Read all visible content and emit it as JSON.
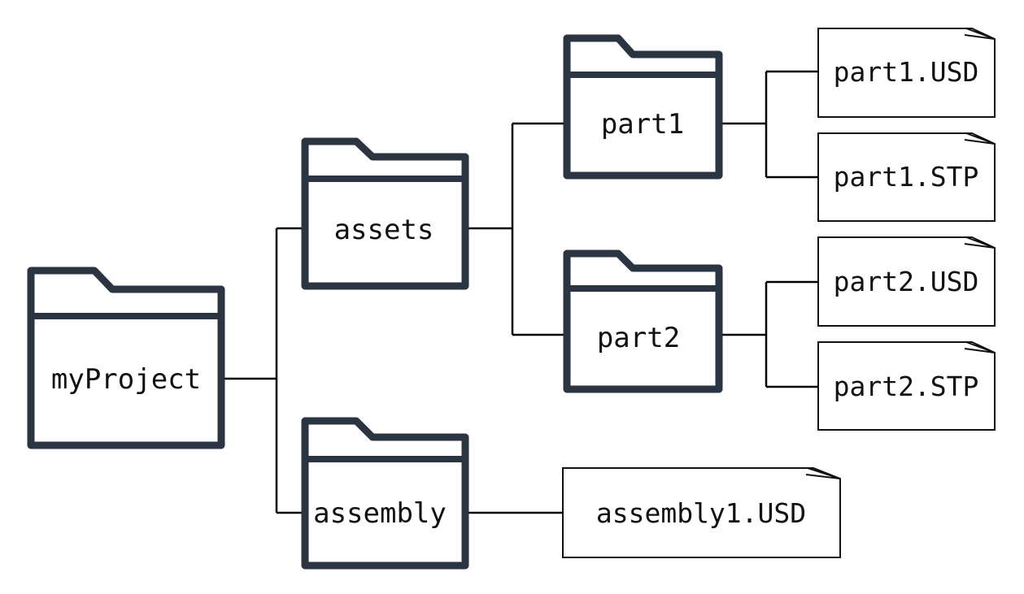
{
  "colors": {
    "folder_stroke": "#2b3542",
    "connector": "#000000",
    "file_stroke": "#111111",
    "background": "#ffffff"
  },
  "folders": {
    "myProject": {
      "label": "myProject",
      "icon": "folder-icon"
    },
    "assets": {
      "label": "assets",
      "icon": "folder-icon"
    },
    "assembly": {
      "label": "assembly",
      "icon": "folder-icon"
    },
    "part1": {
      "label": "part1",
      "icon": "folder-icon"
    },
    "part2": {
      "label": "part2",
      "icon": "folder-icon"
    }
  },
  "files": {
    "part1_usd": {
      "label": "part1.USD",
      "icon": "file-icon"
    },
    "part1_stp": {
      "label": "part1.STP",
      "icon": "file-icon"
    },
    "part2_usd": {
      "label": "part2.USD",
      "icon": "file-icon"
    },
    "part2_stp": {
      "label": "part2.STP",
      "icon": "file-icon"
    },
    "assembly1_usd": {
      "label": "assembly1.USD",
      "icon": "file-icon"
    }
  }
}
